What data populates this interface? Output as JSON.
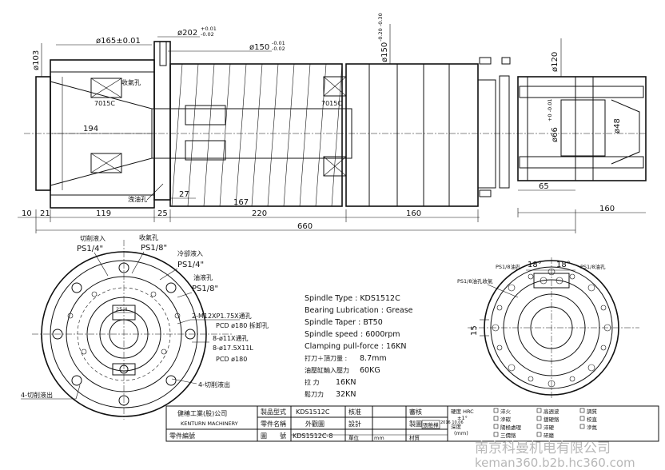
{
  "dims": {
    "d165": "ø165±0.01",
    "d202": "ø202",
    "d202_tol_up": "+0.01",
    "d202_tol_dn": "-0.02",
    "d150a": "ø150",
    "d150a_tol_up": "-0.01",
    "d150a_tol_dn": "-0.02",
    "d150b": "ø150",
    "d150b_tol": "-0.20 -0.30",
    "d120": "ø120",
    "d103": "ø103",
    "d66": "ø66",
    "d66_tol": "+0 -0.01",
    "d48": "ø48",
    "l194": "194",
    "l27": "27",
    "l167": "167",
    "l65": "65",
    "b10": "10",
    "b21": "21",
    "b119": "119",
    "b25": "25",
    "b220": "220",
    "b160": "160",
    "b160r": "160",
    "total": "660"
  },
  "labels": {
    "suck_hole": "收氣孔",
    "bearing1": "7015C",
    "bearing2": "7015C",
    "leak_hole": "洩油孔"
  },
  "front": {
    "cut_in": "切削液入",
    "cut_in_ps": "PS1/4\"",
    "suck": "收氣孔",
    "suck_ps": "PS1/8\"",
    "cool_in": "冷卻液入",
    "cool_ps": "PS1/4\"",
    "oil_in": "油液孔",
    "oil_ps": "PS1/8\"",
    "dim254": "25.4",
    "tap1": "2-M12XP1.75X通孔",
    "pcd1": "PCD ø180 拆卸孔",
    "hole1": "8-ø11X通孔",
    "hole2": "8-ø17.5X11L",
    "pcd2": "PCD ø180",
    "cut_out1": "4-切削液出",
    "cut_out2": "4-切削液出"
  },
  "rear": {
    "ps_left": "PS1/8油孔",
    "ps_right": "PS1/8油孔",
    "ang1": "18°",
    "ang2": "18°",
    "ps_side": "PS1/8油孔收氣",
    "dim15": "15"
  },
  "specs": [
    "Spindle Type : KDS1512C",
    "Bearing Lubrication : Grease",
    "Spindle Taper : BT50",
    "Spindle speed : 6000rpm",
    "Clamping pull-force : 16KN"
  ],
  "specs_cn": [
    {
      "label": "打刀＋頂刀量 :",
      "value": "8.7mm"
    },
    {
      "label": "油壓缸輸入壓力",
      "value": "60KG"
    },
    {
      "label": "拉 力",
      "value": "16KN"
    },
    {
      "label": "鬆刀力",
      "value": "32KN"
    }
  ],
  "title_block": {
    "company": "健椿工業(股)公司",
    "company_en": "KENTURN MACHINERY",
    "model_label": "製品型式",
    "model": "KDS1512C",
    "part_label": "零件名稱",
    "part": "外觀圖",
    "drawing_label": "圖　　號",
    "drawing_no": "KDS1512C-8",
    "code_label": "零件編號",
    "unit_label": "單位",
    "unit": "mm",
    "material_label": "材質",
    "check_label": "核准",
    "review_label": "審核",
    "design_label": "設計",
    "draw_label": "製圖",
    "drawer": "張稚樺",
    "date": "2016 10.06",
    "hardness": "硬度 HRC",
    "hardness_tol": "±1°",
    "depth": "深度",
    "depth_unit": "(mm)",
    "treat": [
      "淬火",
      "高週波",
      "調質",
      "滲碳",
      "鍍硬鉻",
      "校直",
      "陽極處理",
      "淬硬",
      "滲氮",
      "三價鉻",
      "研磨"
    ]
  },
  "watermark": {
    "cn": "南京科曼机电有限公司",
    "url": "keman360.b2b.hc360.com"
  }
}
